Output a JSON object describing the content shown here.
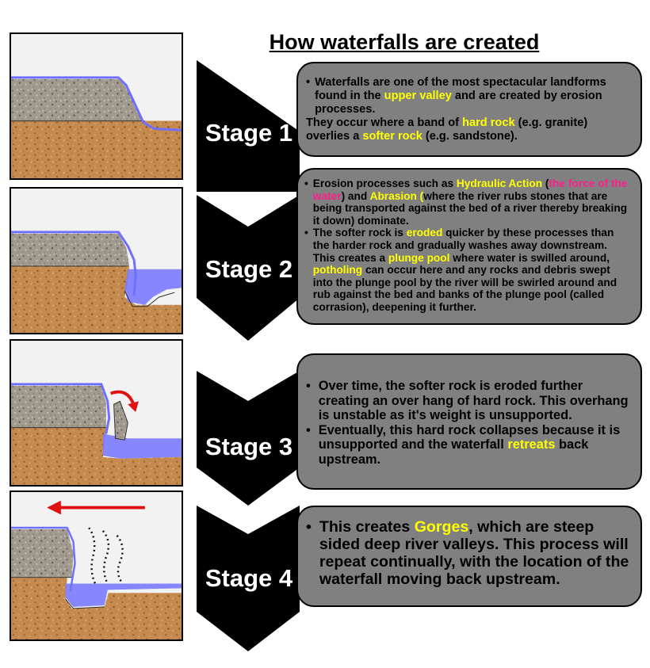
{
  "title": "How waterfalls are created",
  "colors": {
    "box_fill": "#808080",
    "highlight_yellow": "#ffff00",
    "highlight_magenta": "#ff1e8c",
    "water": "#6f6fff",
    "arrow_red": "#e01010"
  },
  "stages": [
    {
      "label": "Stage 1",
      "paragraphs": [
        {
          "bullet": "•",
          "parts": [
            {
              "t": "Waterfalls are one of the most spectacular landforms found in the "
            },
            {
              "t": "upper valley",
              "c": "y"
            },
            {
              "t": " and are created by erosion processes."
            }
          ]
        },
        {
          "bullet": "",
          "parts": [
            {
              "t": " They occur where a band of "
            },
            {
              "t": "hard rock",
              "c": "y"
            },
            {
              "t": " (e.g. granite) overlies a "
            },
            {
              "t": "softer rock",
              "c": "y"
            },
            {
              "t": " (e.g. sandstone)."
            }
          ]
        }
      ]
    },
    {
      "label": "Stage 2",
      "paragraphs": [
        {
          "bullet": "•",
          "parts": [
            {
              "t": "Erosion processes such as "
            },
            {
              "t": "Hydraulic Action",
              "c": "y"
            },
            {
              "t": " ("
            },
            {
              "t": "the force of the water",
              "c": "m"
            },
            {
              "t": ") and "
            },
            {
              "t": "Abrasion (",
              "c": "y"
            },
            {
              "t": "where the river rubs stones that are being transported against the bed of a river thereby breaking it down) dominate."
            }
          ]
        },
        {
          "bullet": "•",
          "parts": [
            {
              "t": "The softer rock is "
            },
            {
              "t": "eroded",
              "c": "y"
            },
            {
              "t": " quicker by these processes than the harder rock and gradually washes away downstream. This creates a "
            },
            {
              "t": "plunge pool",
              "c": "y"
            },
            {
              "t": " where water is swilled around, "
            },
            {
              "t": "potholing",
              "c": "y"
            },
            {
              "t": " can occur here and any rocks and debris swept into the plunge pool by the river will be swirled around and rub against the bed and banks of the plunge pool (called corrasion), deepening it further."
            }
          ]
        }
      ]
    },
    {
      "label": "Stage 3",
      "paragraphs": [
        {
          "bullet": "•",
          "parts": [
            {
              "t": "Over time, the softer rock is eroded further creating an over hang of hard rock. This overhang is unstable as it's weight is unsupported."
            }
          ]
        },
        {
          "bullet": "•",
          "parts": [
            {
              "t": "Eventually, this hard rock collapses because it is unsupported and the waterfall "
            },
            {
              "t": "retreats",
              "c": "y"
            },
            {
              "t": " back upstream."
            }
          ]
        }
      ]
    },
    {
      "label": "Stage 4",
      "paragraphs": [
        {
          "bullet": "•",
          "parts": [
            {
              "t": "This creates "
            },
            {
              "t": "Gorges",
              "c": "y"
            },
            {
              "t": ", which are steep sided deep river valleys. This process will repeat continually, with the location of the waterfall moving back upstream."
            }
          ]
        }
      ]
    }
  ]
}
